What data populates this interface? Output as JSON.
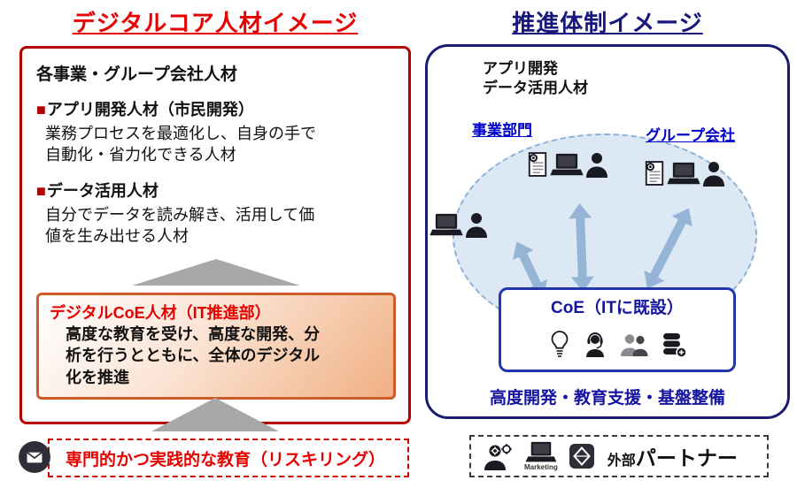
{
  "left": {
    "title": "デジタルコア人材イメージ",
    "panel": {
      "heading": "各事業・グループ会社人材",
      "bullet": "■",
      "items": [
        {
          "label": "アプリ開発人材（市民開発）",
          "desc": "業務プロセスを最適化し、自身の手で\n自動化・省力化できる人材"
        },
        {
          "label": "データ活用人材",
          "desc": "自分でデータを読み解き、活用して価\n値を生み出せる人材"
        }
      ],
      "coe": {
        "title": "デジタルCoE人材（IT推進部）",
        "desc": "高度な教育を受け、高度な開発、分\n析を行うとともに、全体のデジタル\n化を推進"
      }
    },
    "education_label": "専門的かつ実践的な教育（リスキリング）"
  },
  "right": {
    "title": "推進体制イメージ",
    "panel": {
      "heading": "アプリ開発\nデータ活用人材",
      "business_dept_label": "事業部門",
      "group_company_label": "グループ会社",
      "coe_title": "CoE（ITに既設）",
      "support_label": "高度開発・教育支援・基盤整備"
    },
    "partner": {
      "prefix": "外部",
      "name": "パートナー",
      "laptop_caption": "Marketing"
    }
  },
  "colors": {
    "left_accent": "#e60000",
    "left_border": "#b30000",
    "coe_inner_border": "#cf5b28",
    "coe_inner_gradient_end": "#f0b083",
    "right_title": "#17177d",
    "right_border": "#1b1b70",
    "link_blue": "#0000cc",
    "coe_blue": "#1414a0",
    "coe_box_border": "#2336ae",
    "arrow_blue": "#96b5d6",
    "ellipse_fill": "#dce9f5",
    "ellipse_border": "#8cb0d6",
    "triangle_gray": "#a8a8a8",
    "icon_dark": "#1a1a22"
  }
}
